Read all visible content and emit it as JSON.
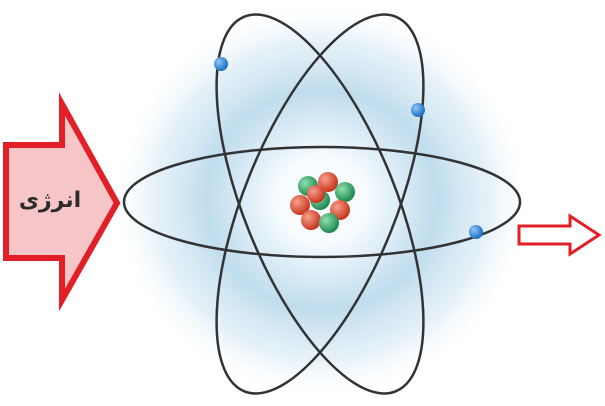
{
  "energy_label": "انرژی",
  "colors": {
    "input_arrow_fill": "#f6c5c8",
    "input_arrow_stroke": "#e21f26",
    "output_arrow_fill": "#ffffff",
    "output_arrow_stroke": "#e21f26",
    "orbit": "#333333",
    "electron": "#2f86d6",
    "proton": "#e2563e",
    "neutron": "#34a66a",
    "glow": "#b9d9ec"
  },
  "icons": [
    "energy-input-arrow",
    "energy-output-arrow",
    "atom-nucleus",
    "electron-orbit",
    "electron"
  ]
}
